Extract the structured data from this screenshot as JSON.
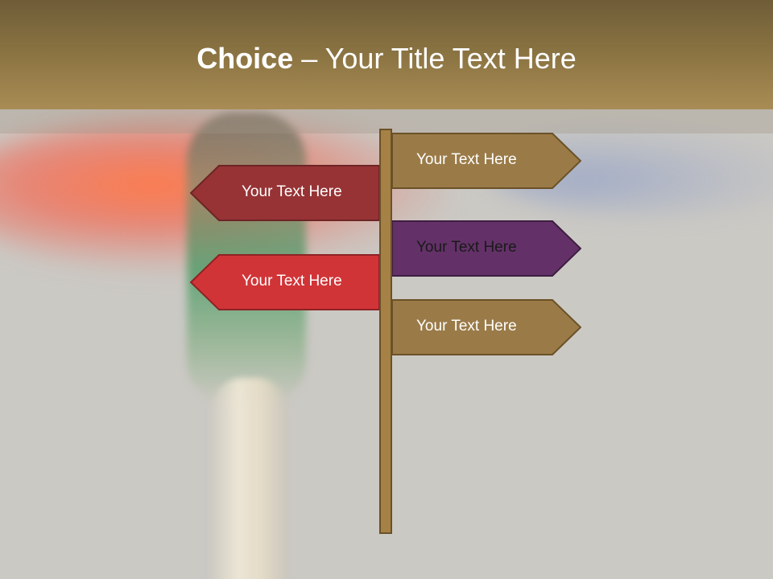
{
  "slide": {
    "title_bold": "Choice",
    "title_rest": " – Your Title Text Here"
  },
  "signs": {
    "left": [
      {
        "label": "Your Text Here",
        "color": "#973335"
      },
      {
        "label": "Your Text Here",
        "color": "#d13437"
      }
    ],
    "right": [
      {
        "label": "Your Text Here",
        "color": "#9a7b48"
      },
      {
        "label": "Your Text Here",
        "color": "#633168"
      },
      {
        "label": "Your Text Here",
        "color": "#9a7b48"
      }
    ]
  },
  "colors": {
    "title_bar": "#8b7442",
    "pole": "#a58145",
    "background": "#cbc9c4"
  }
}
